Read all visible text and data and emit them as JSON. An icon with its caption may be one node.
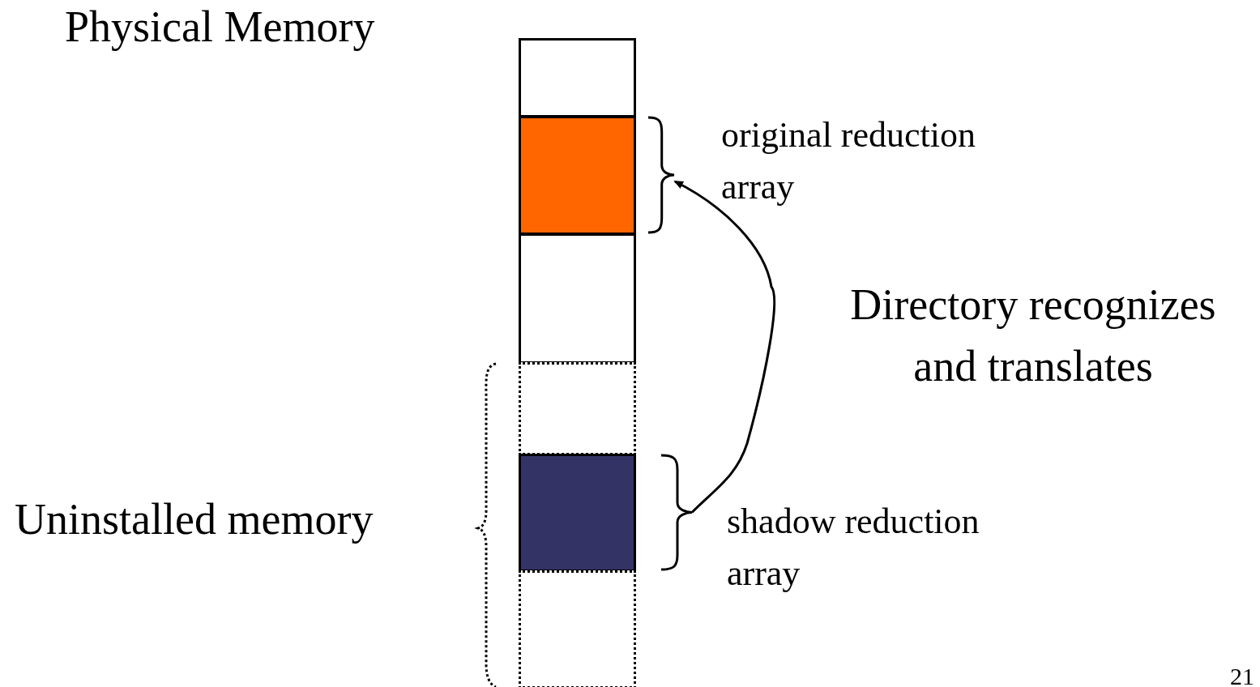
{
  "diagram": {
    "nodes": [
      {
        "text": [],
        "shape": "box"
      },
      {
        "text": [],
        "shape": "box"
      },
      {
        "text": [],
        "shape": "box"
      },
      {
        "text": [],
        "shape": "box"
      },
      {
        "text": [],
        "shape": "box"
      },
      {
        "text": [],
        "shape": "box"
      },
      {
        "text": [],
        "shape": "brace",
        "beside": [
          "original reduction array"
        ]
      },
      {
        "text": [],
        "shape": "brace",
        "beside": [
          "shadow reduction array"
        ]
      }
    ],
    "edges": [
      {
        "from": 7,
        "to": 6,
        "arrow": "to",
        "label": "Directory recognizes and translates"
      }
    ],
    "labels": [
      "Physical Memory",
      "Uninstalled memory",
      "21"
    ]
  }
}
